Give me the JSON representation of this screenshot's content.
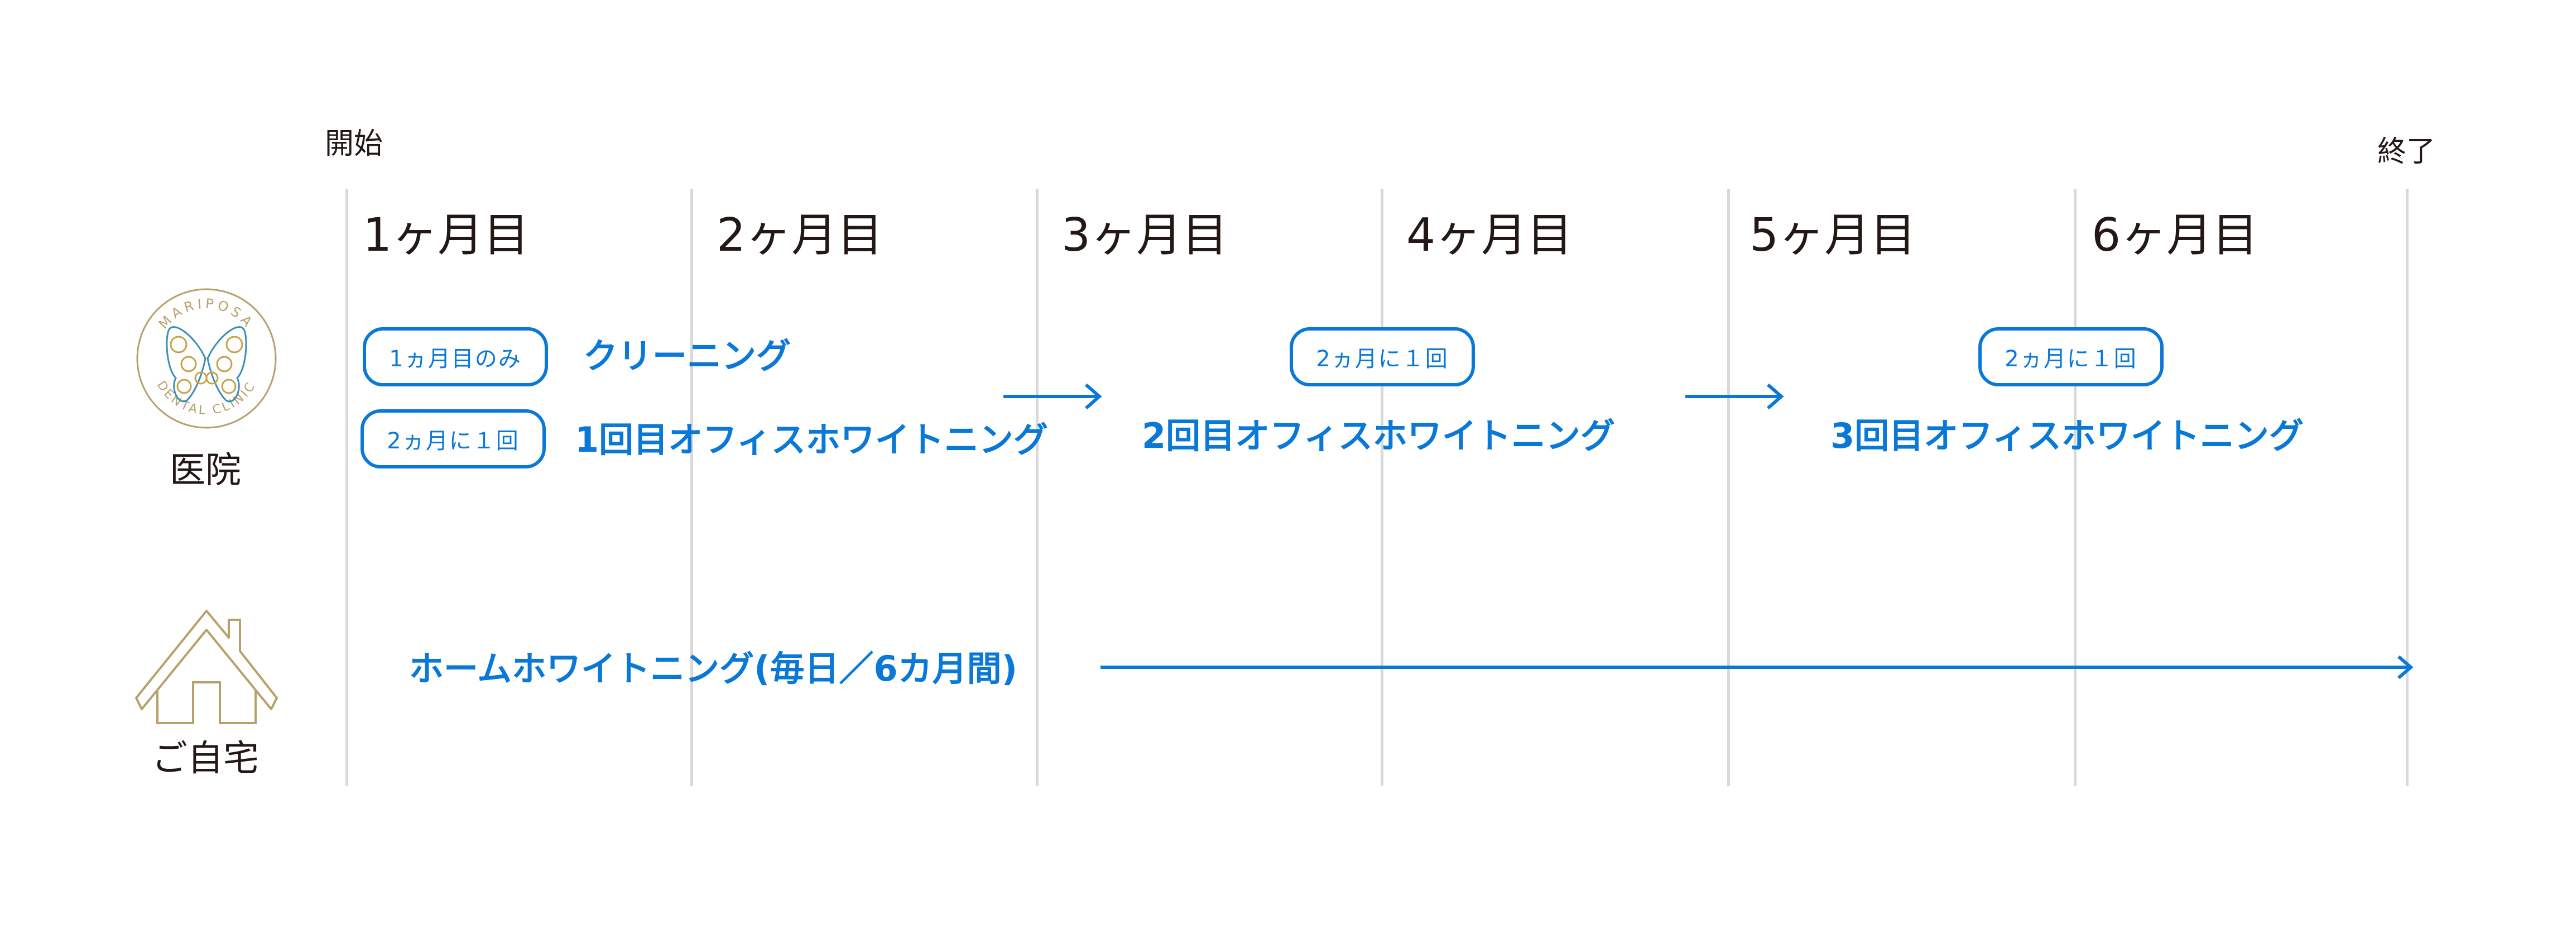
{
  "timeline": {
    "start_label": "開始",
    "end_label": "終了",
    "months": [
      "1ヶ月目",
      "2ヶ月目",
      "3ヶ月目",
      "4ヶ月目",
      "5ヶ月目",
      "6ヶ月目"
    ]
  },
  "rows": {
    "clinic": {
      "label": "医院",
      "logo_text": "MARIPOSA DENTAL CLINIC"
    },
    "home": {
      "label": "ご自宅"
    }
  },
  "clinic_items": {
    "cleaning_badge": "1ヵ月目のみ",
    "cleaning": "クリーニング",
    "whitening1_badge": "2ヵ月に１回",
    "whitening1": "1回目オフィスホワイトニング",
    "whitening2_badge": "2ヵ月に１回",
    "whitening2": "2回目オフィスホワイトニング",
    "whitening3_badge": "2ヵ月に１回",
    "whitening3": "3回目オフィスホワイトニング"
  },
  "home_items": {
    "home_whitening": "ホームホワイトニング(毎日／6カ月間)"
  },
  "colors": {
    "accent": "#0a78d6",
    "gold": "#b8a06a",
    "grid": "#d9d9d9",
    "text": "#231815"
  }
}
